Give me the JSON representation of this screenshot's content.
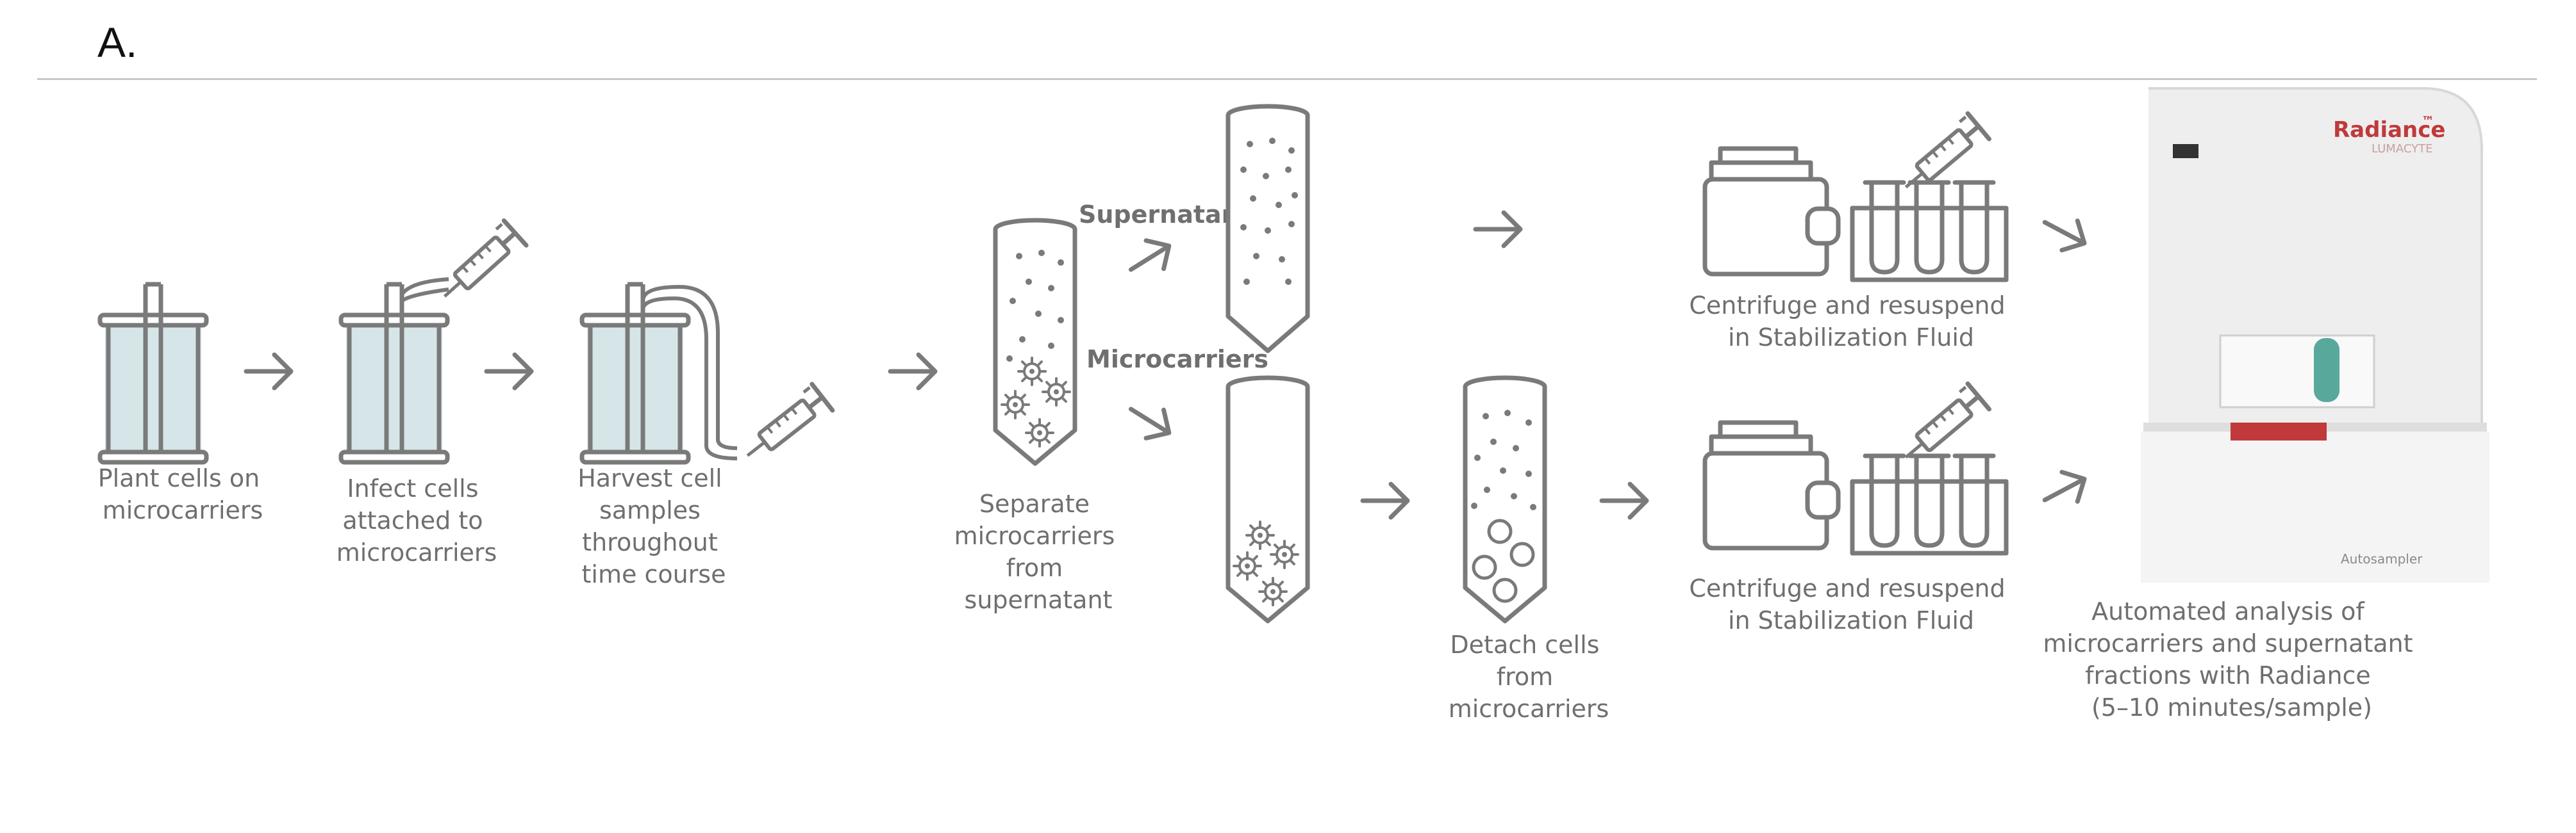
{
  "panel_label": "A.",
  "steps": {
    "plant": [
      "Plant cells on",
      "microcarriers"
    ],
    "infect": [
      "Infect cells",
      "attached to",
      "microcarriers"
    ],
    "harvest": [
      "Harvest cell",
      "samples",
      "throughout",
      "time course"
    ],
    "separate": [
      "Separate",
      "microcarriers",
      "from",
      "supernatant"
    ],
    "detach": [
      "Detach cells",
      "from",
      "microcarriers"
    ],
    "centrifuge_top": [
      "Centrifuge and resuspend",
      "in Stabilization Fluid"
    ],
    "centrifuge_bottom": [
      "Centrifuge and resuspend",
      "in Stabilization Fluid"
    ],
    "analysis": [
      "Automated analysis of",
      "microcarriers and supernatant",
      "fractions with Radiance",
      "(5–10 minutes/sample)"
    ]
  },
  "fraction_labels": {
    "supernatant": "Supernatant",
    "microcarriers": "Microcarriers"
  },
  "instrument": {
    "brand": "Radiance",
    "brand_mark": "™",
    "brand_sub": "LUMACYTE",
    "autosampler": "Autosampler"
  },
  "colors": {
    "line": "#7a7a7a",
    "liquid": "#d6e6e8",
    "brand": "#c0393b",
    "instrument_body": "#eeeeee"
  }
}
